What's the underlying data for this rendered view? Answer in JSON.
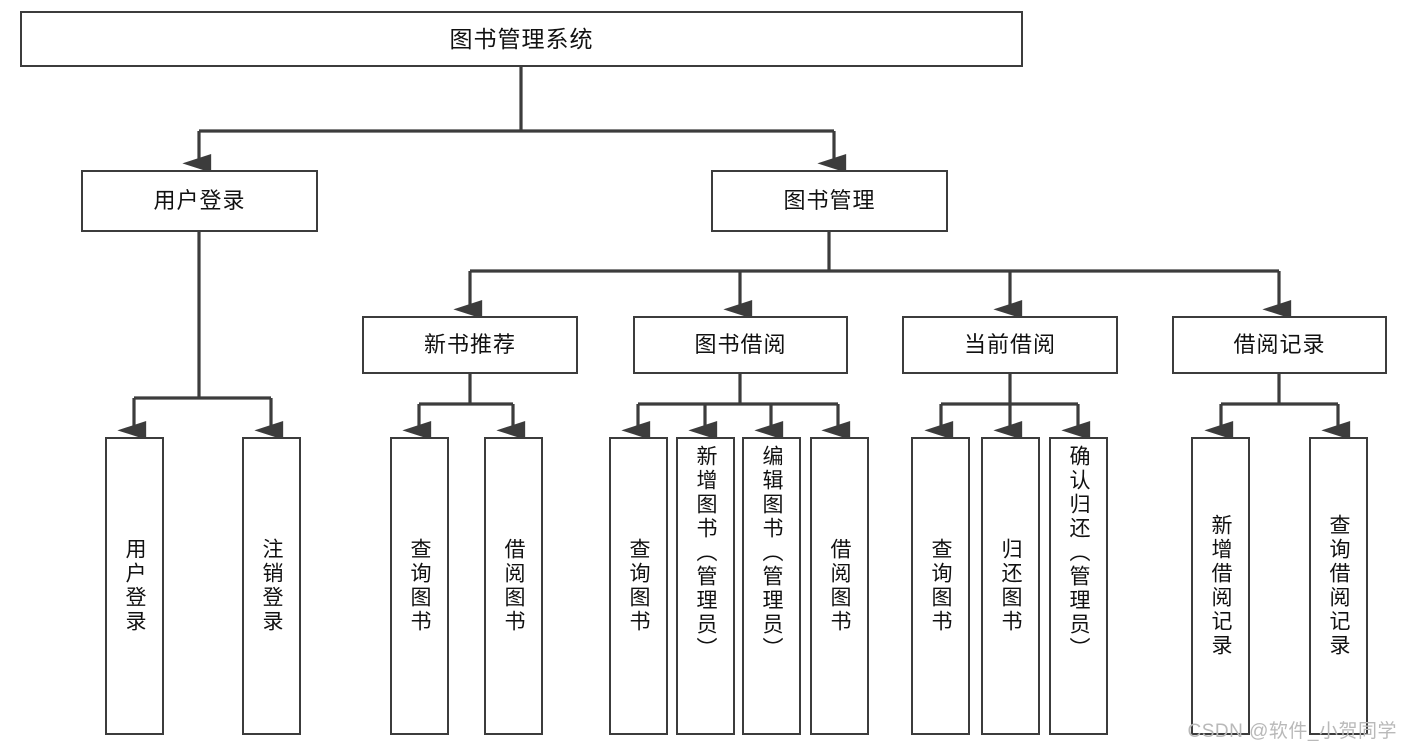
{
  "diagram": {
    "title": "图书管理系统",
    "type": "tree-hierarchy",
    "orientation": "top-down",
    "style": {
      "box_border_color": "#3c3c3c",
      "box_fill_color": "#ffffff",
      "connector_color": "#3c3c3c",
      "text_color": "#111111",
      "background": "#ffffff",
      "watermark_color": "#b9b9b9"
    }
  },
  "root": {
    "label": "图书管理系统"
  },
  "level2": [
    {
      "label": "用户登录"
    },
    {
      "label": "图书管理"
    }
  ],
  "level3": [
    {
      "label": "新书推荐"
    },
    {
      "label": "图书借阅"
    },
    {
      "label": "当前借阅"
    },
    {
      "label": "借阅记录"
    }
  ],
  "leaves": {
    "user_login": [
      {
        "label": "用户登录"
      },
      {
        "label": "注销登录"
      }
    ],
    "new_book_recommend": [
      {
        "label": "查询图书"
      },
      {
        "label": "借阅图书"
      }
    ],
    "book_borrow": [
      {
        "label": "查询图书"
      },
      {
        "label": "新增图书（管理员）"
      },
      {
        "label": "编辑图书（管理员）"
      },
      {
        "label": "借阅图书"
      }
    ],
    "current_borrow": [
      {
        "label": "查询图书"
      },
      {
        "label": "归还图书"
      },
      {
        "label": "确认归还（管理员）"
      }
    ],
    "borrow_record": [
      {
        "label": "新增借阅记录"
      },
      {
        "label": "查询借阅记录"
      }
    ]
  },
  "watermark": {
    "text": "CSDN @软件_小贺同学"
  }
}
